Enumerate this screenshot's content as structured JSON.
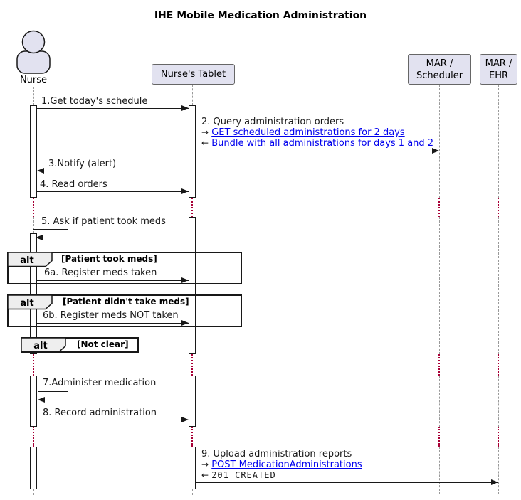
{
  "title": "IHE Mobile Medication Administration",
  "participants": {
    "nurse": {
      "label": "Nurse"
    },
    "tablet": {
      "label": "Nurse's Tablet"
    },
    "scheduler": {
      "line1": "MAR /",
      "line2": "Scheduler"
    },
    "ehr": {
      "line1": "MAR /",
      "line2": "EHR"
    }
  },
  "messages": {
    "m1": "1.Get today's schedule",
    "m2": {
      "label": "2. Query administration orders",
      "request_link": "GET scheduled administrations for 2 days",
      "response_link": "Bundle with all administrations for days 1 and 2"
    },
    "m3": "3.Notify (alert)",
    "m4": "4. Read orders",
    "m5": "5. Ask if patient took meds",
    "m6a": "6a. Register meds taken",
    "m6b": "6b. Register meds NOT taken",
    "m7": "7.Administer medication",
    "m8": "8. Record administration",
    "m9": {
      "label": "9. Upload administration reports",
      "request_link": "POST MedicationAdministrations",
      "response_status": "201 CREATED"
    }
  },
  "fragments": {
    "alt1": {
      "operator": "alt",
      "guard": "[Patient took meds]"
    },
    "alt2": {
      "operator": "alt",
      "guard": "[Patient didn't take meds]"
    },
    "alt3": {
      "operator": "alt",
      "guard": "[Not clear]"
    }
  },
  "icons": {
    "request_arrow": "→",
    "response_arrow": "←"
  },
  "colors": {
    "participant_fill": "#E2E2F0",
    "border": "#181818",
    "delay": "#A80036",
    "link": "#0000EE",
    "fragment_header_fill": "#EEEEEE",
    "lifeline": "#999999"
  }
}
